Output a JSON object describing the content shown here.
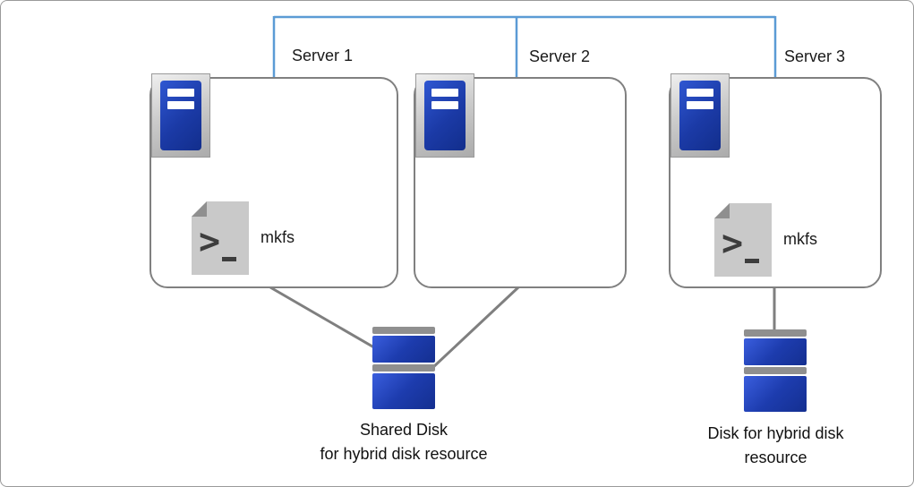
{
  "colors": {
    "connector": "#5b9bd5",
    "link": "#7f7f7f",
    "server_blue": "#1b3aa6",
    "disk_blue": "#1d3cae"
  },
  "servers": [
    {
      "label": "Server 1"
    },
    {
      "label": "Server 2"
    },
    {
      "label": "Server 3"
    }
  ],
  "mkfs": {
    "label": "mkfs",
    "prompt_glyph": ">"
  },
  "disks": {
    "shared": {
      "line1": "Shared Disk",
      "line2": "for hybrid disk resource"
    },
    "hybrid": {
      "line1": "Disk for hybrid disk",
      "line2": "resource"
    }
  }
}
